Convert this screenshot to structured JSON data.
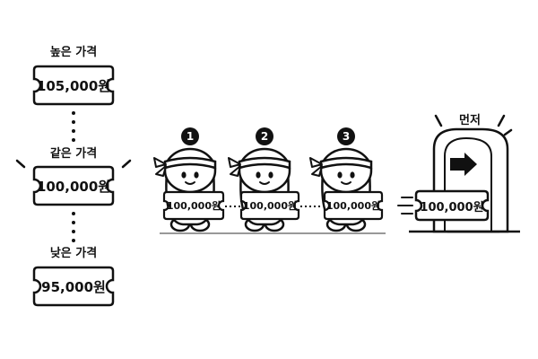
{
  "price_levels": [
    {
      "label": "높은 가격",
      "price": "105,000원"
    },
    {
      "label": "같은 가격",
      "price": "100,000원"
    },
    {
      "label": "낮은 가격",
      "price": "95,000원"
    }
  ],
  "queue": [
    {
      "order": "1",
      "ticket": "100,000원"
    },
    {
      "order": "2",
      "ticket": "100,000원"
    },
    {
      "order": "3",
      "ticket": "100,000원"
    }
  ],
  "gate": {
    "label": "먼저",
    "ticket": "100,000원"
  }
}
